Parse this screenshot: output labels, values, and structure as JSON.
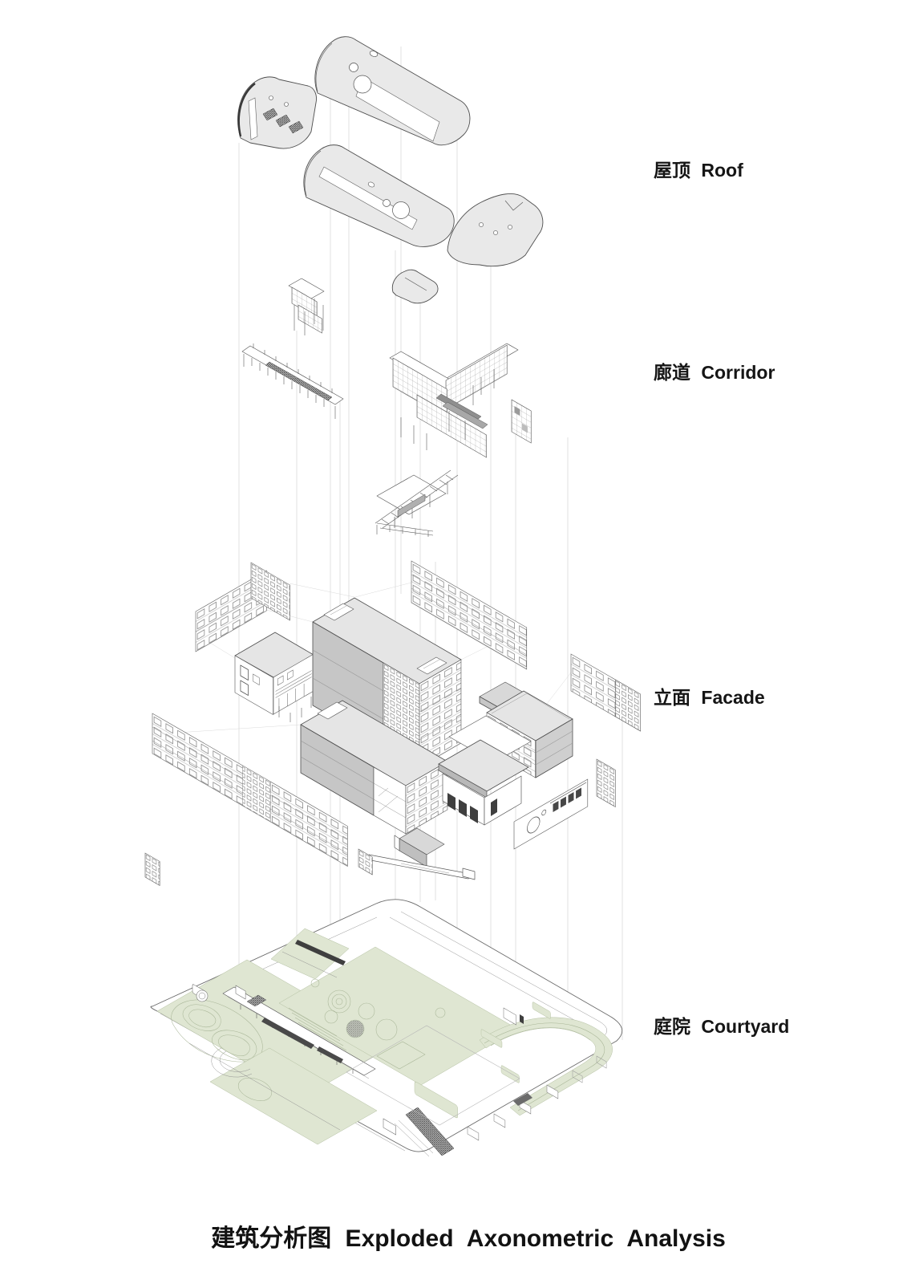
{
  "title": {
    "zh": "建筑分析图",
    "en": "Exploded Axonometric Analysis",
    "full": "建筑分析图 Exploded Axonometric Analysis"
  },
  "layer_labels": [
    {
      "id": "roof",
      "zh": "屋顶",
      "en": "Roof",
      "text": "屋顶 Roof"
    },
    {
      "id": "corridor",
      "zh": "廊道",
      "en": "Corridor",
      "text": "廊道 Corridor"
    },
    {
      "id": "facade",
      "zh": "立面",
      "en": "Facade",
      "text": "立面 Facade"
    },
    {
      "id": "courtyard",
      "zh": "庭院",
      "en": "Courtyard",
      "text": "庭院 Courtyard"
    }
  ],
  "colors": {
    "background": "#ffffff",
    "line": "#4d4d4d",
    "fine_line": "#7a7a7a",
    "guide_line": "#cccccc",
    "roof_fill": "#e9e9e9",
    "mass_top": "#e5e5e5",
    "mass_front": "#c6c6c6",
    "shade_dark": "#3f3f3f",
    "green_fill": "#dfe6d2",
    "green_line": "#a9b698"
  }
}
